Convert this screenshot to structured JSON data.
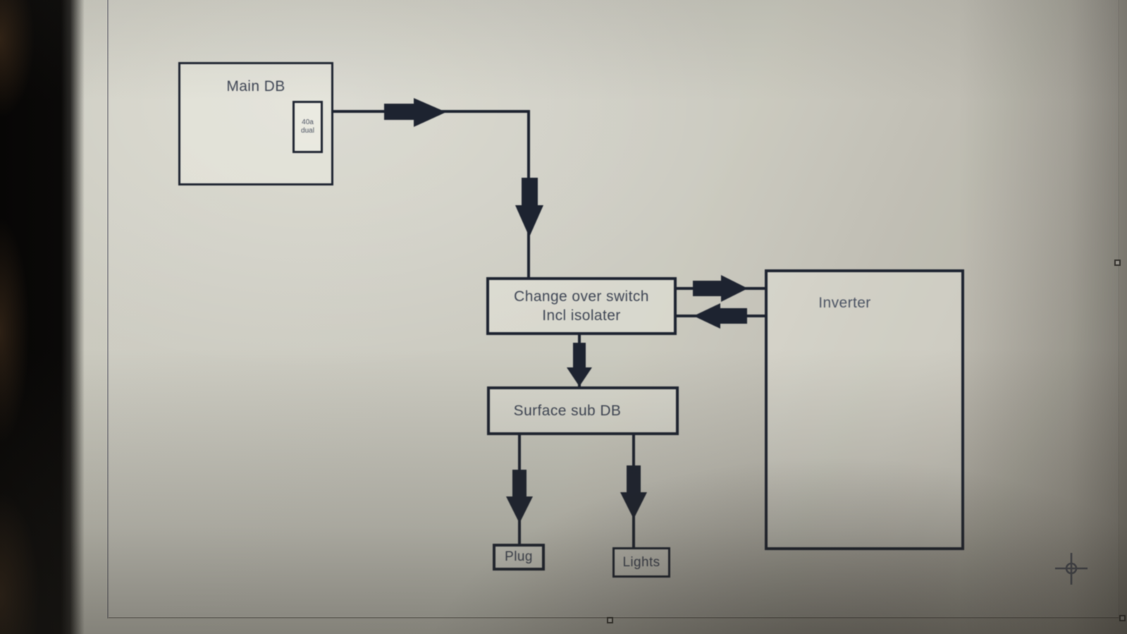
{
  "app": {
    "view": "drawing-canvas",
    "cursor": "crosshair",
    "resize_handles": [
      "right-middle",
      "bottom-middle",
      "bottom-right"
    ]
  },
  "diagram": {
    "type": "electrical-single-line",
    "nodes": {
      "main_db": {
        "label": "Main DB"
      },
      "breaker": {
        "line1": "40a",
        "line2": "dual"
      },
      "changeover": {
        "line1": "Change over switch",
        "line2": "Incl isolater"
      },
      "sub_db": {
        "label": "Surface sub DB"
      },
      "plug": {
        "label": "Plug"
      },
      "lights": {
        "label": "Lights"
      },
      "inverter": {
        "label": "Inverter"
      }
    },
    "edges": [
      {
        "from": "Main DB",
        "to": "Change over switch",
        "route": "right-then-down",
        "arrow": "forward"
      },
      {
        "from": "Change over switch",
        "to": "Surface sub DB",
        "route": "down",
        "arrow": "forward"
      },
      {
        "from": "Surface sub DB",
        "to": "Plug",
        "route": "down",
        "arrow": "forward"
      },
      {
        "from": "Surface sub DB",
        "to": "Lights",
        "route": "down",
        "arrow": "forward"
      },
      {
        "from": "Change over switch",
        "to": "Inverter",
        "route": "right",
        "arrow": "forward"
      },
      {
        "from": "Inverter",
        "to": "Change over switch",
        "route": "left",
        "arrow": "forward"
      }
    ],
    "colors": {
      "line": "#1d2330",
      "text": "#3e4554",
      "canvas": "#cccbc0",
      "bezel": "#0a0908",
      "vignette": "#241f1a"
    }
  }
}
